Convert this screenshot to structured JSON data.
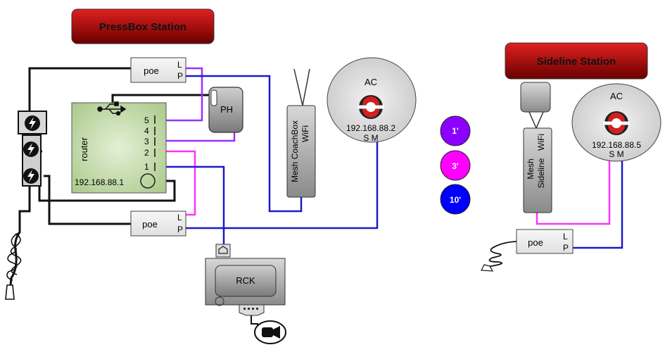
{
  "pressbox": {
    "title": "PressBox Station",
    "poe_top": {
      "label": "poe",
      "l": "L",
      "p": "P"
    },
    "poe_bottom": {
      "label": "poe",
      "l": "L",
      "p": "P"
    },
    "router": {
      "label": "router",
      "ip": "192.168.88.1",
      "ports": [
        "5",
        "4",
        "3",
        "2",
        "1"
      ]
    },
    "phone": {
      "label": "PH"
    },
    "mesh": {
      "label1": "Mesh CoachBox",
      "label2": "WiFi"
    },
    "ac": {
      "label": "AC",
      "ip": "192.168.88.2",
      "sm": "S M"
    },
    "rck": {
      "label": "RCK"
    }
  },
  "legend": {
    "items": [
      "1'",
      "3'",
      "10'"
    ],
    "colors": [
      "#8b00ff",
      "#ff00ff",
      "#0000ff"
    ]
  },
  "sideline": {
    "title": "Sideline Station",
    "mesh": {
      "label1": "Mesh",
      "label2": "Sideline",
      "label3": "WiFi"
    },
    "ac": {
      "label": "AC",
      "ip": "192.168.88.5",
      "sm": "S M"
    },
    "poe": {
      "label": "poe",
      "l": "L",
      "p": "P"
    }
  },
  "colors": {
    "banner": "#a00000",
    "router": "#c5dca8",
    "cable_1ft": "#9b30ff",
    "cable_3ft": "#ff33ff",
    "cable_10ft": "#1a1acc"
  }
}
